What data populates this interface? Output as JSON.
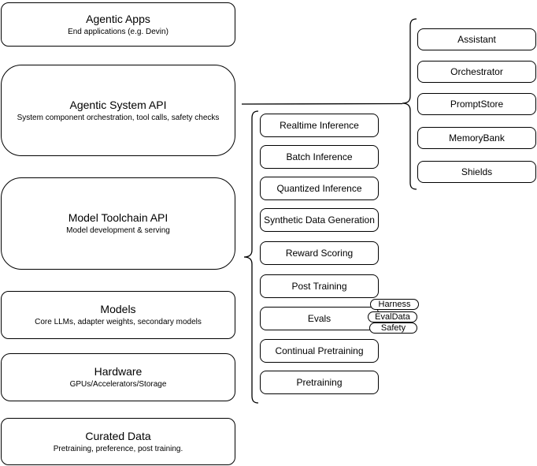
{
  "colors": {
    "border": "#000000",
    "canvas": "#ffffff",
    "text": "#000000"
  },
  "app_stack": [
    {
      "title": "Agentic Apps",
      "subtitle": "End applications (e.g. Devin)"
    },
    {
      "title": "Agentic System API",
      "subtitle": "System component orchestration, tool calls, safety checks"
    },
    {
      "title": "Model Toolchain API",
      "subtitle": "Model development & serving"
    },
    {
      "title": "Models",
      "subtitle": "Core LLMs, adapter weights, secondary models"
    },
    {
      "title": "Hardware",
      "subtitle": "GPUs/Accelerators/Storage"
    },
    {
      "title": "Curated Data",
      "subtitle": "Pretraining, preference, post training."
    }
  ],
  "toolchain_services": [
    "Realtime Inference",
    "Batch Inference",
    "Quantized Inference",
    "Synthetic Data Generation",
    "Reward Scoring",
    "Post Training",
    "Evals",
    "Continual Pretraining",
    "Pretraining"
  ],
  "system_components": [
    "Assistant",
    "Orchestrator",
    "PromptStore",
    "MemoryBank",
    "Shields"
  ],
  "eval_tags": [
    "Harness",
    "EvalData",
    "Safety"
  ]
}
